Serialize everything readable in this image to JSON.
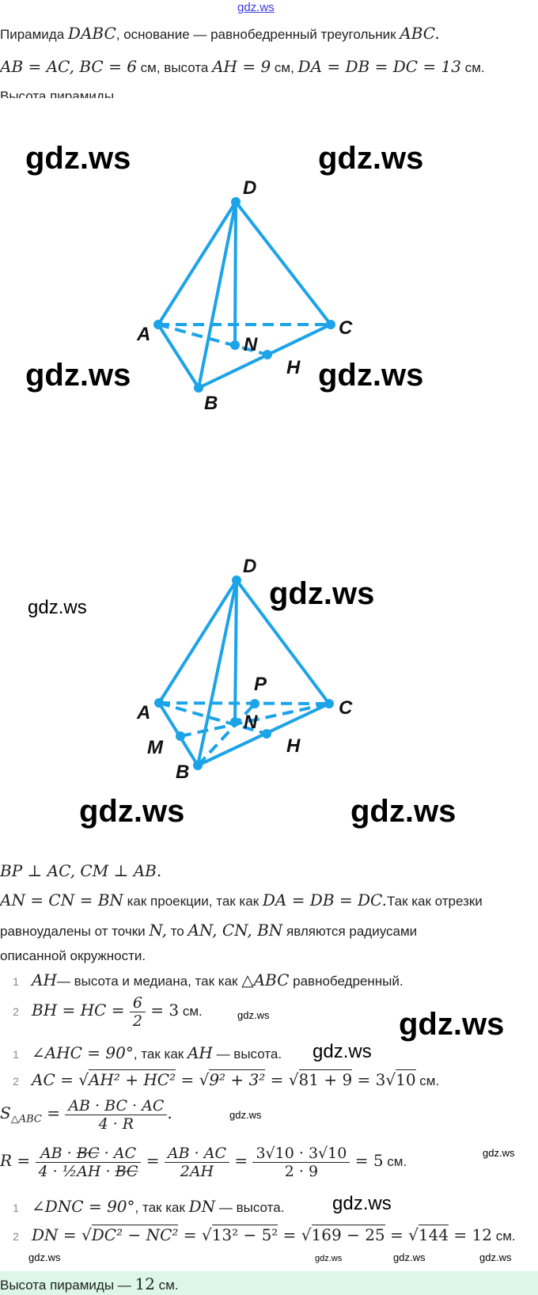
{
  "watermark": "gdz.ws",
  "problem": {
    "line1_text1": "Пирамида ",
    "line1_math1": "DABC",
    "line1_text2": ", основание — равнобедренный треугольник ",
    "line1_math2": "ABC.",
    "line2_math1": "AB = AC, BC = 6",
    "line2_text1": " см, высота ",
    "line2_math2": "AH = 9",
    "line2_text2": " см, ",
    "line2_math3": "DA = DB = DC = 13",
    "line2_text3": " см.",
    "line3": "Высота пирамиды"
  },
  "diagram1": {
    "labels": {
      "D": "D",
      "A": "A",
      "B": "B",
      "C": "C",
      "N": "N",
      "H": "H"
    },
    "color": "#1ca3e8"
  },
  "diagram2": {
    "labels": {
      "D": "D",
      "A": "A",
      "B": "B",
      "C": "C",
      "N": "N",
      "H": "H",
      "P": "P",
      "M": "M"
    },
    "color": "#1ca3e8"
  },
  "solution": {
    "perp": "BP ⊥ AC, CM ⊥ AB.",
    "p1_math1": "AN = CN = BN",
    "p1_text1": " как проекции, так как ",
    "p1_math2": "DA = DB = DC.",
    "p1_text2": "Так как отрезки",
    "p2_text1": "равноудалены от точки ",
    "p2_math1": "N,",
    "p2_text2": " то ",
    "p2_math2": "AN,  CN,  BN",
    "p2_text3": " являются радиусами",
    "p3": "описанной окружности.",
    "steps": [
      {
        "num": "1",
        "math": "AH",
        "text": "— высота и медиана, так как ",
        "math2": "△ABC",
        "text2": " равнобедренный."
      },
      {
        "num": "2",
        "math": "BH = HC = ",
        "frac_n": "6",
        "frac_d": "2",
        "math2": " = 3",
        "text": " см."
      },
      {
        "num": "1",
        "math": "∠AHC = 90°",
        "text": ", так как ",
        "math2": "AH",
        "text2": " — высота."
      },
      {
        "num": "2",
        "math": "AC = √",
        "rad1": "AH² + HC²",
        "m2": " = √",
        "rad2": "9² + 3²",
        "m3": " = √",
        "rad3": "81 + 9",
        "m4": " = 3√",
        "rad4": "10",
        "text": " см."
      },
      {
        "num": "1",
        "math": "∠DNC = 90°",
        "text": ", так как ",
        "math2": "DN",
        "text2": " — высота."
      },
      {
        "num": "2",
        "math": "DN = √",
        "rad1": "DC² − NC²",
        "m2": " = √",
        "rad2": "13² − 5²",
        "m3": " = √",
        "rad3": "169 − 25",
        "m4": " = √",
        "rad4": "144",
        "m5": " = 12",
        "text": " см."
      }
    ],
    "area_lhs": "S",
    "area_sub": "△ABC",
    "area_eq": " = ",
    "area_num": "AB · BC · AC",
    "area_den": "4 · R",
    "R_lhs": "R = ",
    "R_f1_num_a": "AB · ",
    "R_f1_num_b": "BC",
    "R_f1_num_c": " · AC",
    "R_f1_den_a": "4 · ½AH · ",
    "R_f1_den_b": "BC",
    "R_f2_num": "AB · AC",
    "R_f2_den": "2AH",
    "R_f3_num": "3√10 · 3√10",
    "R_f3_den": "2 · 9",
    "R_result": " = 5",
    "R_unit": " см."
  },
  "answer": {
    "text1": "Высота пирамиды — ",
    "math": "12",
    "text2": " см."
  }
}
